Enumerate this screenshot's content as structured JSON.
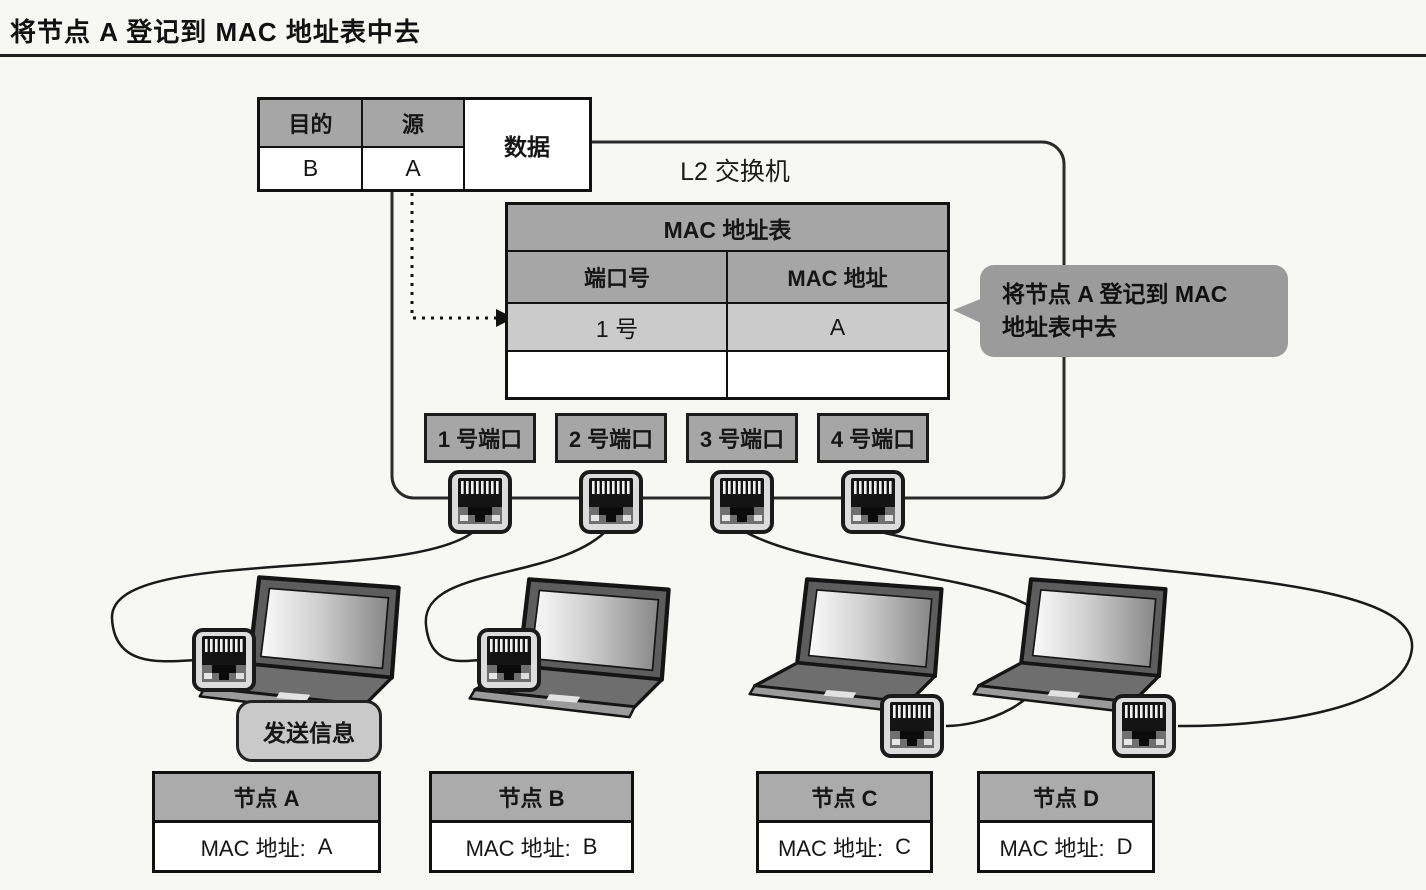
{
  "title": "将节点 A 登记到 MAC 地址表中去",
  "frame": {
    "dest_header": "目的",
    "src_header": "源",
    "dest_value": "B",
    "src_value": "A",
    "data_label": "数据"
  },
  "l2switch": {
    "label": "L2 交换机",
    "mac_table": {
      "title": "MAC 地址表",
      "port_col": "端口号",
      "mac_col": "MAC 地址",
      "rows": [
        {
          "port": "1 号",
          "mac": "A"
        },
        {
          "port": "",
          "mac": ""
        }
      ]
    },
    "ports": [
      "1 号端口",
      "2 号端口",
      "3 号端口",
      "4 号端口"
    ]
  },
  "callout": {
    "line1": "将节点 A 登记到 MAC",
    "line2": "地址表中去"
  },
  "send_bubble": {
    "text": "发送信息"
  },
  "nodes": [
    {
      "name": "节点 A",
      "mac_label": "MAC 地址:",
      "mac_value": "A"
    },
    {
      "name": "节点 B",
      "mac_label": "MAC 地址:",
      "mac_value": "B"
    },
    {
      "name": "节点 C",
      "mac_label": "MAC 地址:",
      "mac_value": "C"
    },
    {
      "name": "节点 D",
      "mac_label": "MAC 地址:",
      "mac_value": "D"
    }
  ],
  "colors": {
    "paper": "#f7f7f4",
    "header_gray": "#a6a6a6",
    "highlight_row_gray": "#cbcbcb",
    "callout_gray": "#9b9b9b",
    "send_bubble_gray": "#c9c9c9",
    "node_header_gray": "#ababab",
    "border": "#111111"
  }
}
